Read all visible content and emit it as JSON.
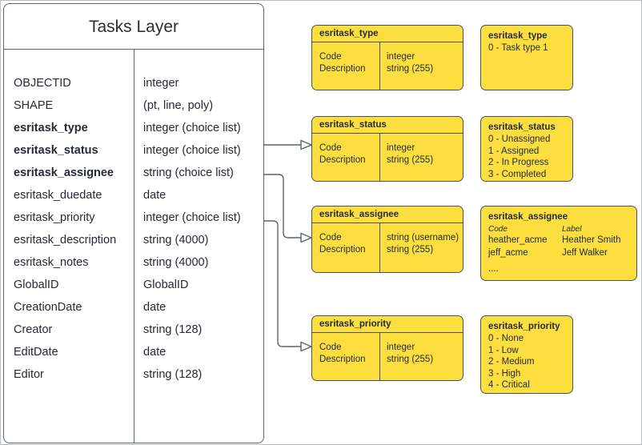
{
  "diagram": {
    "title": "Tasks Layer",
    "entity": {
      "name": "Tasks Layer",
      "fields": [
        {
          "name": "OBJECTID",
          "type": "integer",
          "bold": false
        },
        {
          "name": "SHAPE",
          "type": "(pt, line, poly)",
          "bold": false
        },
        {
          "name": "esritask_type",
          "type": "integer (choice list)",
          "bold": true
        },
        {
          "name": "esritask_status",
          "type": "integer (choice list)",
          "bold": true
        },
        {
          "name": "esritask_assignee",
          "type": "string (choice list)",
          "bold": true
        },
        {
          "name": "esritask_duedate",
          "type": "date",
          "bold": false
        },
        {
          "name": "esritask_priority",
          "type": "integer (choice list)",
          "bold": false
        },
        {
          "name": "esritask_description",
          "type": "string (4000)",
          "bold": false
        },
        {
          "name": "esritask_notes",
          "type": "string (4000)",
          "bold": false
        },
        {
          "name": "GlobalID",
          "type": "GlobalID",
          "bold": false
        },
        {
          "name": "CreationDate",
          "type": "date",
          "bold": false
        },
        {
          "name": "Creator",
          "type": "string (128)",
          "bold": false
        },
        {
          "name": "EditDate",
          "type": "date",
          "bold": false
        },
        {
          "name": "Editor",
          "type": "string (128)",
          "bold": false
        }
      ]
    },
    "domain_tables": [
      {
        "title": "esritask_type",
        "left_rows": [
          "Code",
          "Description"
        ],
        "right_rows": [
          "integer",
          "string (255)"
        ]
      },
      {
        "title": "esritask_status",
        "left_rows": [
          "Code",
          "Description"
        ],
        "right_rows": [
          "integer",
          "string (255)"
        ]
      },
      {
        "title": "esritask_assignee",
        "left_rows": [
          "Code",
          "Description"
        ],
        "right_rows": [
          "string  (username)",
          "string (255)"
        ]
      },
      {
        "title": "esritask_priority",
        "left_rows": [
          "Code",
          "Description"
        ],
        "right_rows": [
          "integer",
          "string (255)"
        ]
      }
    ],
    "value_lists": [
      {
        "title": "esritask_type",
        "lines": [
          "0 - Task type 1"
        ]
      },
      {
        "title": "esritask_status",
        "lines": [
          "0 - Unassigned",
          "1 - Assigned",
          "2 - In Progress",
          "3 - Completed"
        ]
      },
      {
        "title": "esritask_priority",
        "lines": [
          "0 - None",
          "1 - Low",
          "2 - Medium",
          "3 - High",
          "4 - Critical"
        ]
      }
    ],
    "assignee_list": {
      "title": "esritask_assignee",
      "header": {
        "code": "Code",
        "label": "Label"
      },
      "rows": [
        {
          "code": "heather_acme",
          "label": "Heather Smith"
        },
        {
          "code": "jeff_acme",
          "label": "Jeff Walker"
        }
      ],
      "ellipsis": "...."
    },
    "colors": {
      "domain_fill": "#FCDF3E",
      "border": "#4B515C",
      "entity_border": "#5B6270",
      "frame": "#B9BCC2",
      "text": "#262B33"
    }
  }
}
